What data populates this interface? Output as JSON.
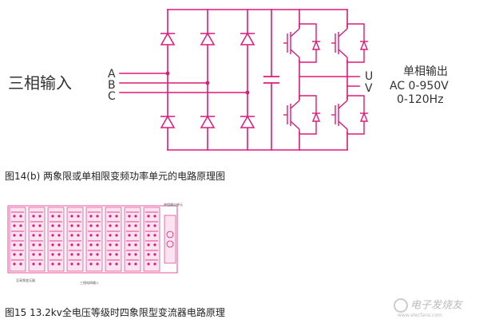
{
  "diagram1": {
    "input_label": "三相输入",
    "phase_a": "A",
    "phase_b": "B",
    "phase_c": "C",
    "output_u": "U",
    "output_v": "V",
    "output_title": "单相输出",
    "output_voltage": "AC  0-950V",
    "output_freq": "0-120Hz",
    "caption": "图14(b) 两象限或单相限变频功率单元的电路原理图"
  },
  "diagram2": {
    "caption": "图15 13.2kv全电压等级时四象限型变流器电路原理",
    "label_top_right": "单相输出单元",
    "label_bottom_left": "至高频变压器",
    "label_bottom_center": "三相电网输入"
  },
  "watermark": {
    "text": "电子发烧友",
    "sub": "www.elecfans.com"
  },
  "colors": {
    "circuit": "#e0187c",
    "circuit_light": "#f3a6cb",
    "text": "#333333"
  }
}
